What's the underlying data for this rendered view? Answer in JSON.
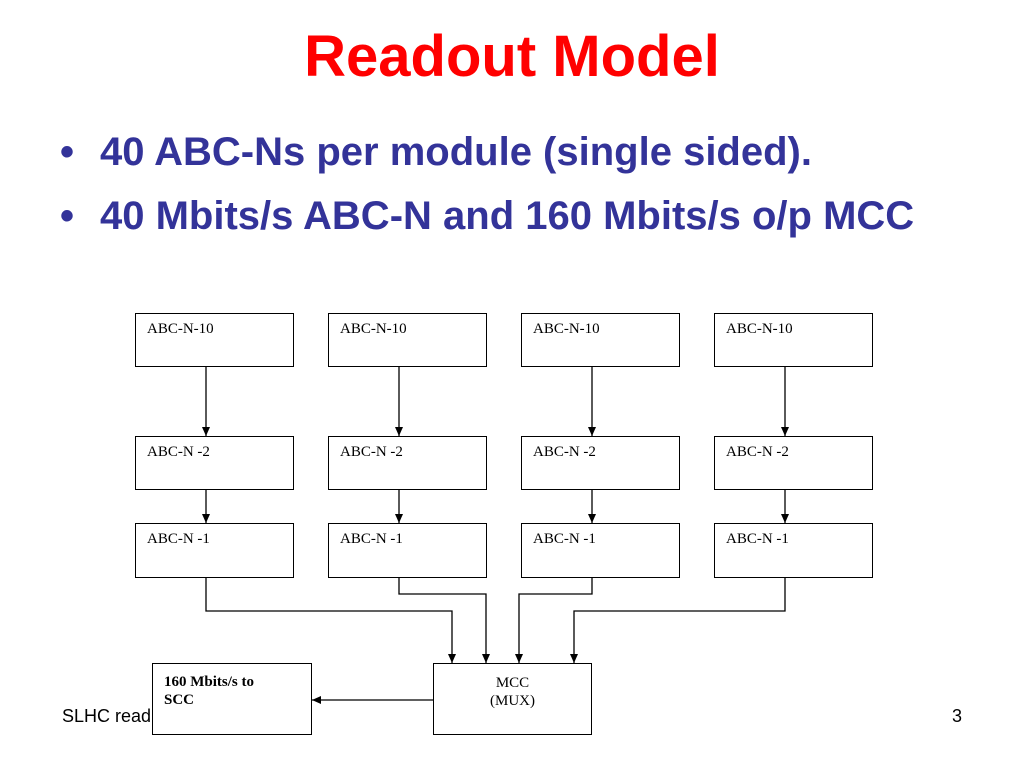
{
  "title": "Readout Model",
  "bullets": [
    "40 ABC-Ns per module (single sided).",
    "40 Mbits/s ABC-N and 160 Mbits/s o/p MCC"
  ],
  "diagram": {
    "chain": [
      {
        "top": "ABC-N-10",
        "mid": "ABC-N -2",
        "bottom": "ABC-N -1"
      },
      {
        "top": "ABC-N-10",
        "mid": "ABC-N -2",
        "bottom": "ABC-N -1"
      },
      {
        "top": "ABC-N-10",
        "mid": "ABC-N -2",
        "bottom": "ABC-N -1"
      },
      {
        "top": "ABC-N-10",
        "mid": "ABC-N -2",
        "bottom": "ABC-N -1"
      }
    ],
    "mcc": {
      "line1": "MCC",
      "line2": "(MUX)"
    },
    "output": {
      "line1": "160 Mbits/s to",
      "line2": "SCC"
    }
  },
  "footer": {
    "left": "SLHC read",
    "page_number": "3"
  }
}
